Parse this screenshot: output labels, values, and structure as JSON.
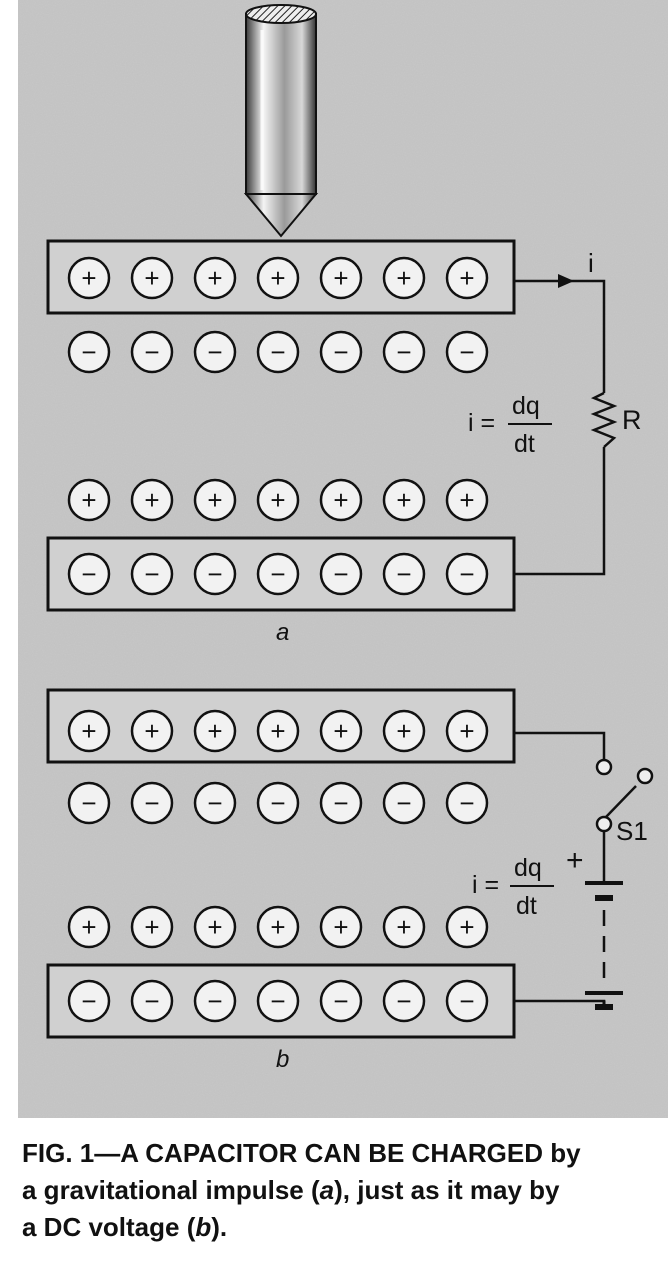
{
  "diagram_a": {
    "label": "a",
    "current_label": "i",
    "equation_lhs": "i =",
    "equation_num": "dq",
    "equation_den": "dt",
    "resistor_label": "R"
  },
  "diagram_b": {
    "label": "b",
    "equation_lhs": "i =",
    "equation_num": "dq",
    "equation_den": "dt",
    "switch_label": "S1",
    "battery_polarity": "+"
  },
  "charges": {
    "plus": "+",
    "minus": "−",
    "per_row": 7
  },
  "caption": {
    "lead": "FIG. 1—A CAPACITOR CAN BE CHARGED by",
    "line2_prefix": "a gravitational impulse (",
    "line2_a": "a",
    "line2_suffix": "), just as it may by",
    "line3_prefix": "a DC voltage (",
    "line3_b": "b",
    "line3_suffix": ")."
  },
  "colors": {
    "background_panel": "#c8c8c8",
    "ink": "#111111",
    "charge_fill": "#f2f2f2"
  }
}
